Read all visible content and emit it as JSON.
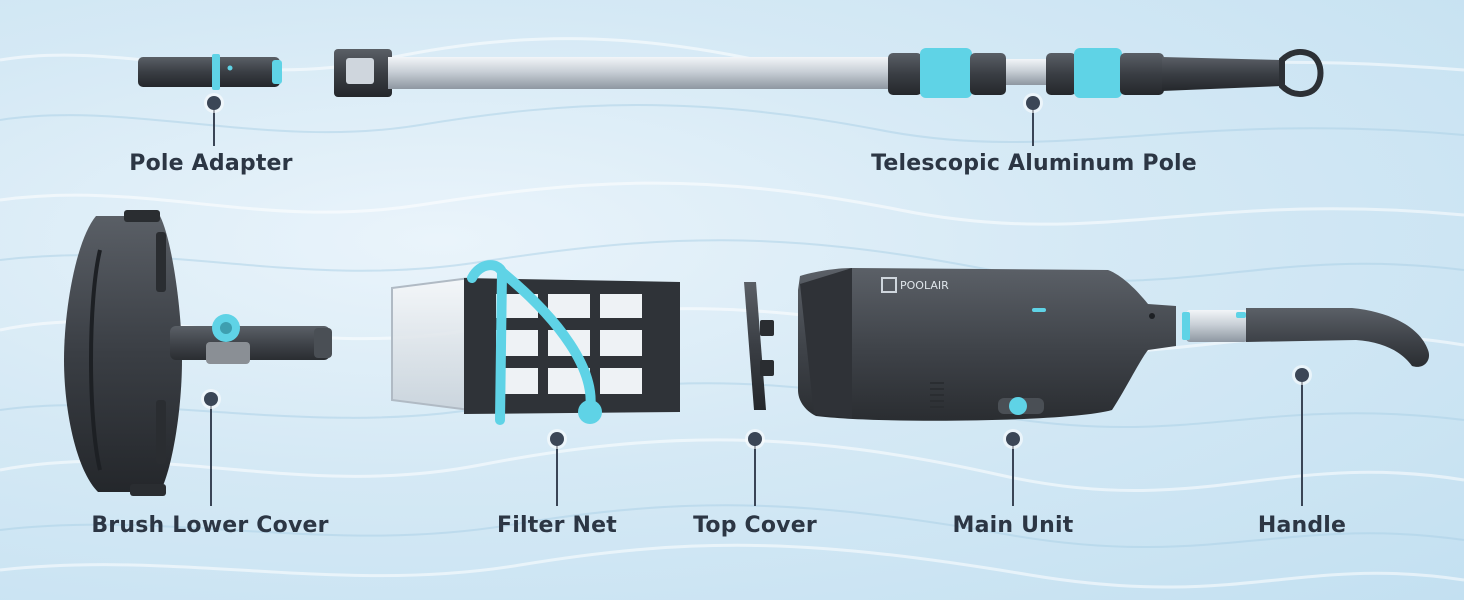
{
  "brand": {
    "logo_text": "POOLAIR"
  },
  "colors": {
    "accent": "#5fd3e6",
    "body_dark": "#3d4147",
    "label_text": "#2c3644",
    "callout": "#3b4656"
  },
  "parts": [
    {
      "id": "pole-adapter",
      "label": "Pole Adapter"
    },
    {
      "id": "telescopic-aluminum-pole",
      "label": "Telescopic Aluminum Pole"
    },
    {
      "id": "brush-lower-cover",
      "label": "Brush Lower Cover"
    },
    {
      "id": "filter-net",
      "label": "Filter Net"
    },
    {
      "id": "top-cover",
      "label": "Top Cover"
    },
    {
      "id": "main-unit",
      "label": "Main Unit"
    },
    {
      "id": "handle",
      "label": "Handle"
    }
  ]
}
